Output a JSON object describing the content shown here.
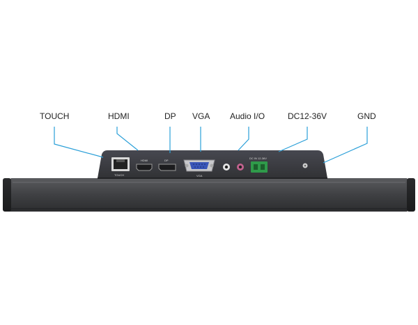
{
  "callouts": {
    "touch": "TOUCH",
    "hdmi": "HDMI",
    "dp": "DP",
    "vga": "VGA",
    "audio": "Audio I/O",
    "dc": "DC12-36V",
    "gnd": "GND"
  },
  "port_labels": {
    "touch": "TOUCH",
    "hdmi": "HDMI",
    "dp": "DP",
    "vga": "VGA",
    "dc": "DC IN 12-36V"
  },
  "colors": {
    "callout_line": "#2a9fd8",
    "panel": "#3b3c3f",
    "bezel": "#4a4b4e",
    "dc_terminal": "#2f9a4a",
    "audio_jack": "#c2628e",
    "vga_blue": "#3a56b8"
  }
}
